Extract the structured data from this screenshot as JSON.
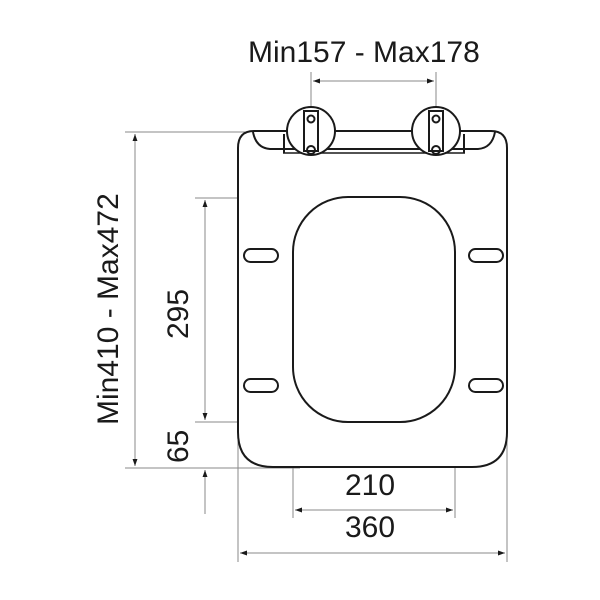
{
  "diagram": {
    "type": "technical dimension drawing",
    "subject": "toilet seat top view",
    "colors": {
      "outline": "#1a1a1a",
      "dimension_line": "#888888",
      "background": "#ffffff"
    },
    "dimensions": {
      "hinge_spacing": "Min157 - Max178",
      "overall_length": "Min410 - Max472",
      "opening_length": "295",
      "front_to_opening": "65",
      "opening_width": "210",
      "overall_width": "360"
    }
  }
}
